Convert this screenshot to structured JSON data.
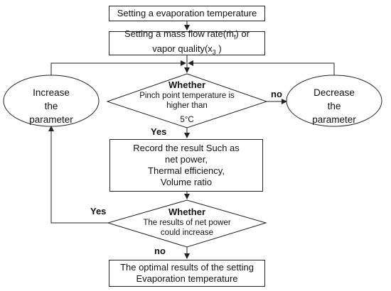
{
  "flowchart": {
    "step_set_temperature": "Setting a evaporation temperature",
    "step_set_flow_line1": "Setting a mass flow rate(ṁ",
    "step_set_flow_sub1": "f",
    "step_set_flow_line1_end": ") or",
    "step_set_flow_line2": "vapor quality(x",
    "step_set_flow_sub2": "3",
    "step_set_flow_line2_end": " )",
    "decision1_title": "Whether",
    "decision1_line1": "Pinch point temperature is",
    "decision1_line2": "higher than",
    "decision1_line3": "5°C",
    "increase_line1": "Increase",
    "increase_line2": "the",
    "increase_line3": "parameter",
    "decrease_line1": "Decrease",
    "decrease_line2": "the",
    "decrease_line3": "parameter",
    "record_line1": "Record the result Such as",
    "record_line2": "net power,",
    "record_line3": "Thermal efficiency,",
    "record_line4": "Volume ratio",
    "decision2_title": "Whether",
    "decision2_line1": "The results of net power",
    "decision2_line2": "could increase",
    "final_line1": "The optimal results of the setting",
    "final_line2": "Evaporation temperature",
    "label_yes1": "Yes",
    "label_no1": "no",
    "label_yes2": "Yes",
    "label_no2": "no"
  }
}
